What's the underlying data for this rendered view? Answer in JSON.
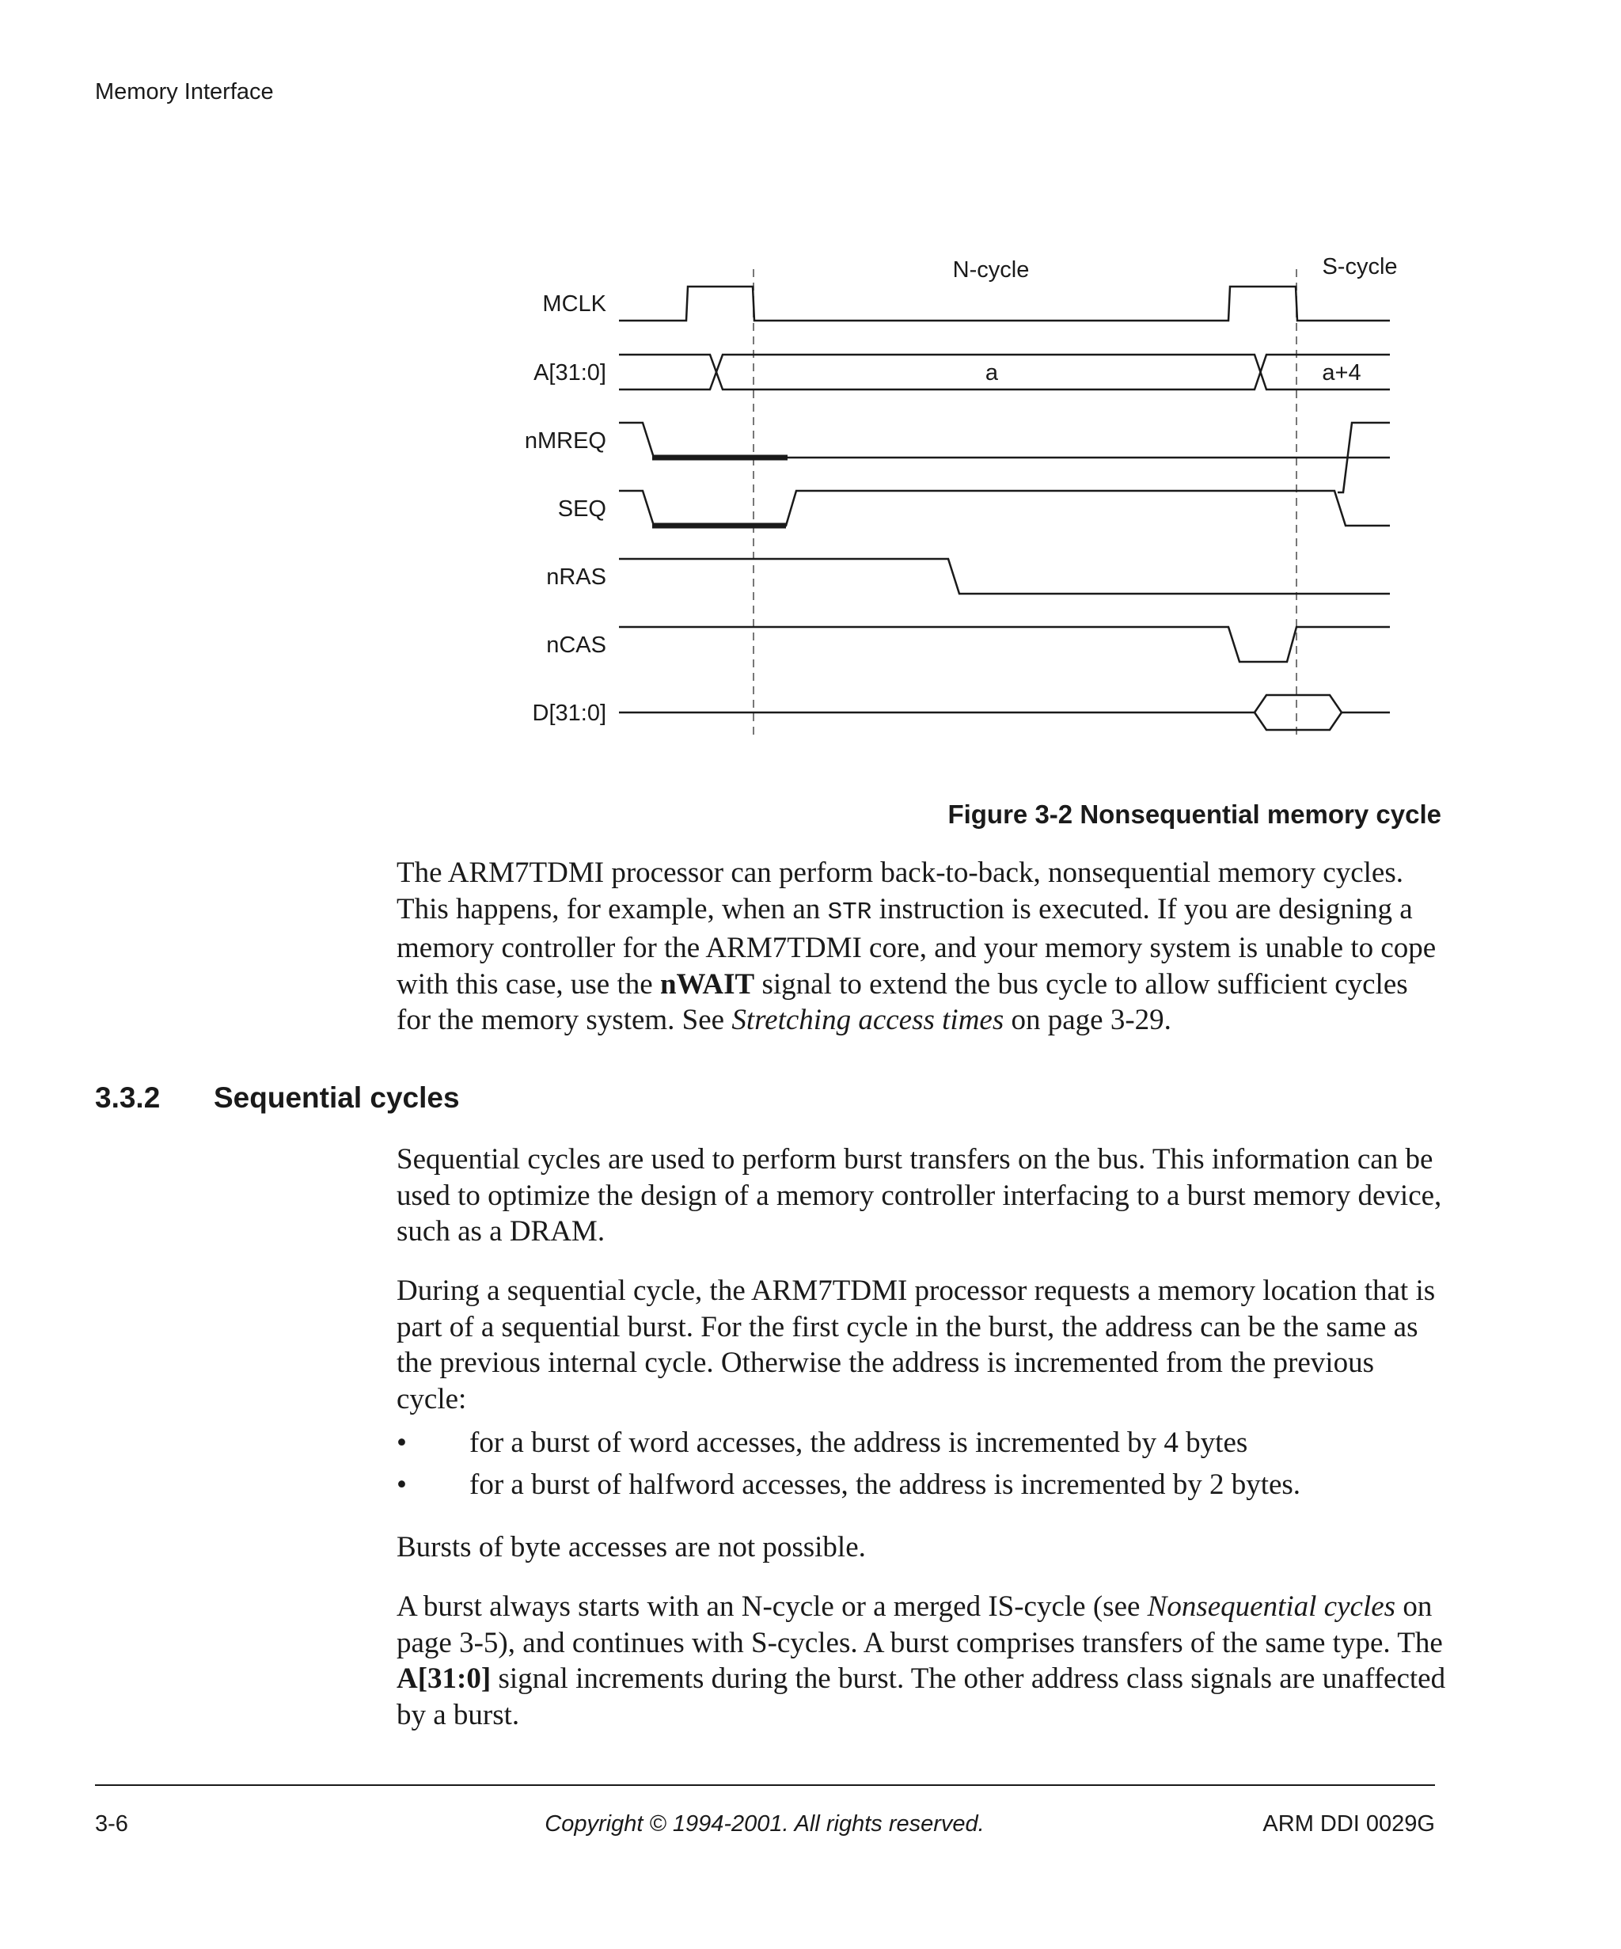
{
  "header": {
    "running_title": "Memory Interface"
  },
  "figure": {
    "phase_labels": {
      "n_cycle": "N-cycle",
      "s_cycle": "S-cycle"
    },
    "signals": [
      "MCLK",
      "A[31:0]",
      "nMREQ",
      "SEQ",
      "nRAS",
      "nCAS",
      "D[31:0]"
    ],
    "bus_values": {
      "addr_first": "a",
      "addr_second": "a+4"
    },
    "caption": "Figure 3-2 Nonsequential memory cycle"
  },
  "para1": {
    "t1": "The ARM7TDMI processor can perform back-to-back, nonsequential memory cycles. This happens, for example, when an ",
    "code": "STR",
    "t2": " instruction is executed. If you are designing a memory controller for the ARM7TDMI core, and your memory system is unable to cope with this case, use the ",
    "bold": "nWAIT",
    "t3": " signal to extend the bus cycle to allow sufficient cycles for the memory system. See ",
    "italic": "Stretching access times",
    "t4": " on page 3-29."
  },
  "section": {
    "number": "3.3.2",
    "title": "Sequential cycles"
  },
  "para2": "Sequential cycles are used to perform burst transfers on the bus. This information can be used to optimize the design of a memory controller interfacing to a burst memory device, such as a DRAM.",
  "para3": "During a sequential cycle, the ARM7TDMI processor requests a memory location that is part of a sequential burst. For the first cycle in the burst, the address can be the same as the previous internal cycle. Otherwise the address is incremented from the previous cycle:",
  "bullets": {
    "symbol": "•",
    "items": [
      "for a burst of word accesses, the address is incremented by 4 bytes",
      "for a burst of halfword accesses, the address is incremented by 2 bytes."
    ]
  },
  "para4": "Bursts of byte accesses are not possible.",
  "para5": {
    "t1": "A burst always starts with an N-cycle or a merged IS-cycle (see ",
    "italic": "Nonsequential cycles",
    "t2": " on page 3-5), and continues with S-cycles. A burst comprises transfers of the same type. The ",
    "bold": "A[31:0]",
    "t3": " signal increments during the burst. The other address class signals are unaffected by a burst."
  },
  "footer": {
    "page": "3-6",
    "copyright": "Copyright © 1994-2001. All rights reserved.",
    "doc_id": "ARM DDI 0029G"
  }
}
